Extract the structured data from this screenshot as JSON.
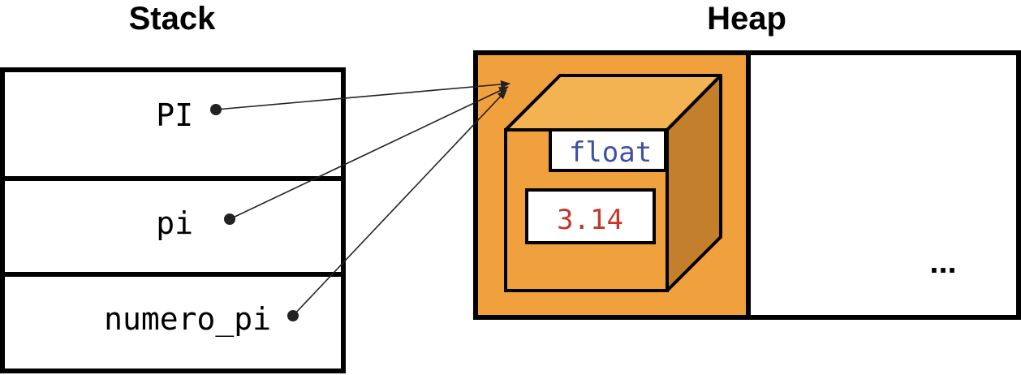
{
  "stack": {
    "title": "Stack",
    "variables": [
      {
        "name": "PI"
      },
      {
        "name": "pi"
      },
      {
        "name": "numero_pi"
      }
    ]
  },
  "heap": {
    "title": "Heap",
    "object": {
      "type": "float",
      "value": "3.14"
    },
    "more": "..."
  },
  "colors": {
    "heap_fill": "#f0a03c",
    "box_top": "#f3b352",
    "box_front": "#f0a03c",
    "box_side": "#c47f2c",
    "type_text": "#3f4fa8",
    "value_text": "#c0392b",
    "stroke": "#000000"
  }
}
